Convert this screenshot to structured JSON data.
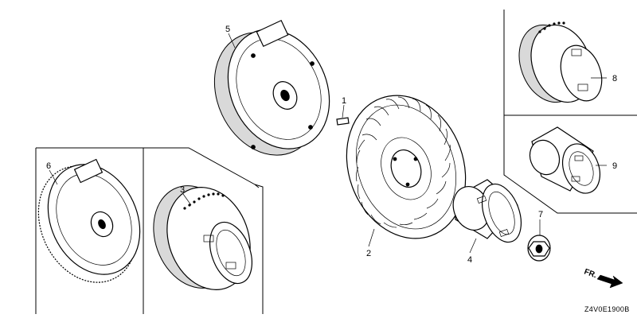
{
  "callouts": {
    "c1": "1",
    "c2": "2",
    "c3": "3",
    "c4": "4",
    "c5": "5",
    "c6": "6",
    "c7": "7",
    "c8": "8",
    "c9": "9"
  },
  "diagram_code": "Z4V0E1900B",
  "direction_label": "FR."
}
